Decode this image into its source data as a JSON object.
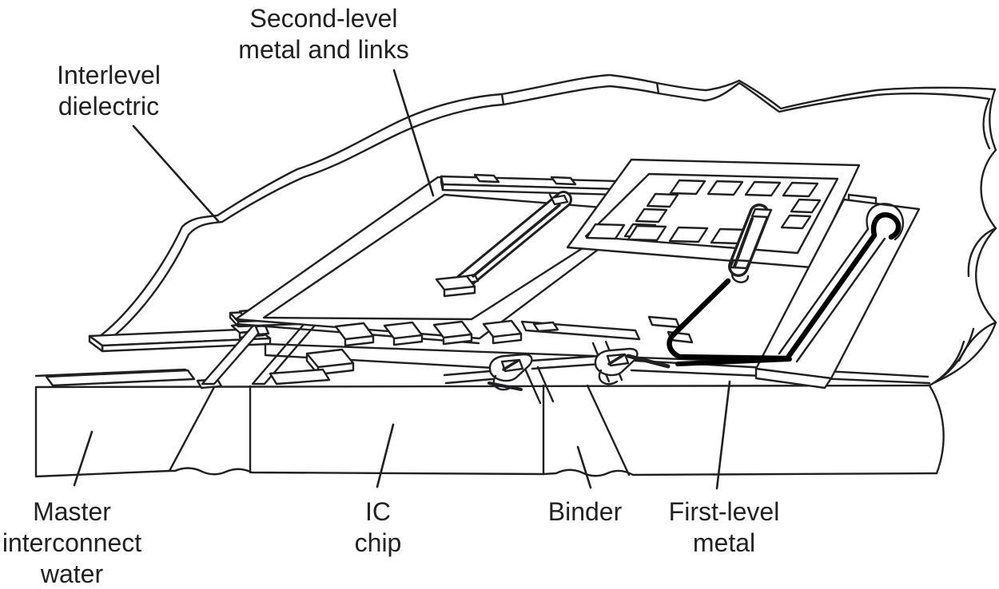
{
  "diagram": {
    "type": "technical-line-illustration",
    "subject": "IC interconnect cross-section (wafer-scale integration structure)",
    "colors": {
      "background": "#ffffff",
      "line": "#202022",
      "bold_trace": "#000000",
      "text": "#212123"
    },
    "labels": {
      "second_level": {
        "line1": "Second-level",
        "line2": "metal and links"
      },
      "interlevel": {
        "line1": "Interlevel",
        "line2": "dielectric"
      },
      "master": {
        "line1": "Master",
        "line2": "interconnect",
        "line3": "water"
      },
      "ic_chip": {
        "line1": "IC",
        "line2": "chip"
      },
      "binder": {
        "line1": "Binder"
      },
      "first_level": {
        "line1": "First-level",
        "line2": "metal"
      }
    }
  }
}
